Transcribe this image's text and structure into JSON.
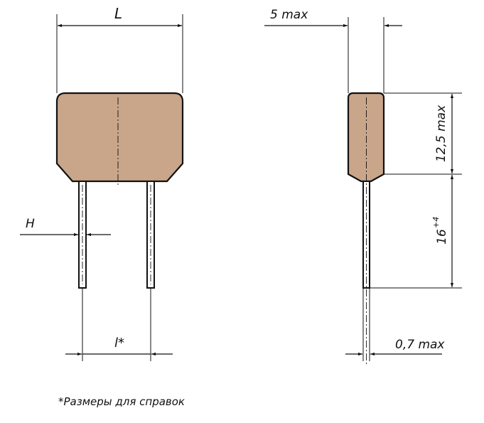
{
  "labels": {
    "length_L": "L",
    "thickness": "5 max",
    "height": "12,5 max",
    "lead_length": "16",
    "lead_tolerance": "+4",
    "lead_width_H": "H",
    "lead_pitch": "l*",
    "lead_diameter": "0,7 max"
  },
  "footnote": "*Размеры для справок"
}
